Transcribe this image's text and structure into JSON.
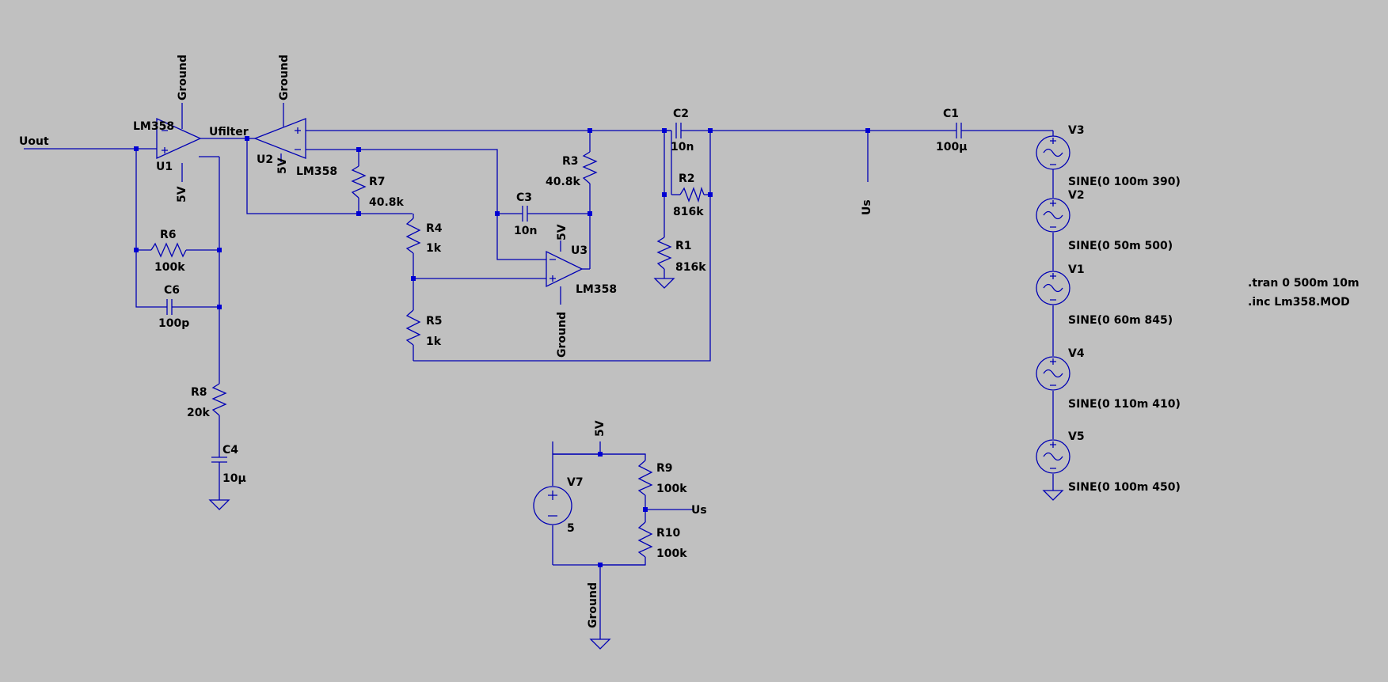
{
  "nets": {
    "uout": "Uout",
    "ufilter": "Ufilter",
    "us_mid": "Us",
    "us_div": "Us",
    "ground_u1": "Ground",
    "ground_u2": "Ground",
    "ground_u3": "Ground",
    "ground_v7": "Ground",
    "vcc_u1": "5V",
    "vcc_u2": "5V",
    "vcc_u3": "5V",
    "vcc_div": "5V"
  },
  "components": {
    "u1": {
      "name": "U1",
      "model": "LM358"
    },
    "u2": {
      "name": "U2",
      "model": "LM358"
    },
    "u3": {
      "name": "U3",
      "model": "LM358"
    },
    "r1": {
      "name": "R1",
      "value": "816k"
    },
    "r2": {
      "name": "R2",
      "value": "816k"
    },
    "r3": {
      "name": "R3",
      "value": "40.8k"
    },
    "r4": {
      "name": "R4",
      "value": "1k"
    },
    "r5": {
      "name": "R5",
      "value": "1k"
    },
    "r6": {
      "name": "R6",
      "value": "100k"
    },
    "r7": {
      "name": "R7",
      "value": "40.8k"
    },
    "r8": {
      "name": "R8",
      "value": "20k"
    },
    "r9": {
      "name": "R9",
      "value": "100k"
    },
    "r10": {
      "name": "R10",
      "value": "100k"
    },
    "c1": {
      "name": "C1",
      "value": "100µ"
    },
    "c2": {
      "name": "C2",
      "value": "10n"
    },
    "c3": {
      "name": "C3",
      "value": "10n"
    },
    "c4": {
      "name": "C4",
      "value": "10µ"
    },
    "c6": {
      "name": "C6",
      "value": "100p"
    },
    "v1": {
      "name": "V1",
      "value": "SINE(0 60m 845)"
    },
    "v2": {
      "name": "V2",
      "value": "SINE(0 50m 500)"
    },
    "v3": {
      "name": "V3",
      "value": "SINE(0 100m 390)"
    },
    "v4": {
      "name": "V4",
      "value": "SINE(0 110m 410)"
    },
    "v5": {
      "name": "V5",
      "value": "SINE(0 100m 450)"
    },
    "v7": {
      "name": "V7",
      "value": "5"
    }
  },
  "directives": {
    "tran": ".tran 0 500m 10m",
    "inc": ".inc Lm358.MOD"
  },
  "colors": {
    "background": "#c0c0c0",
    "wire": "#0000b4",
    "text": "#000000"
  }
}
